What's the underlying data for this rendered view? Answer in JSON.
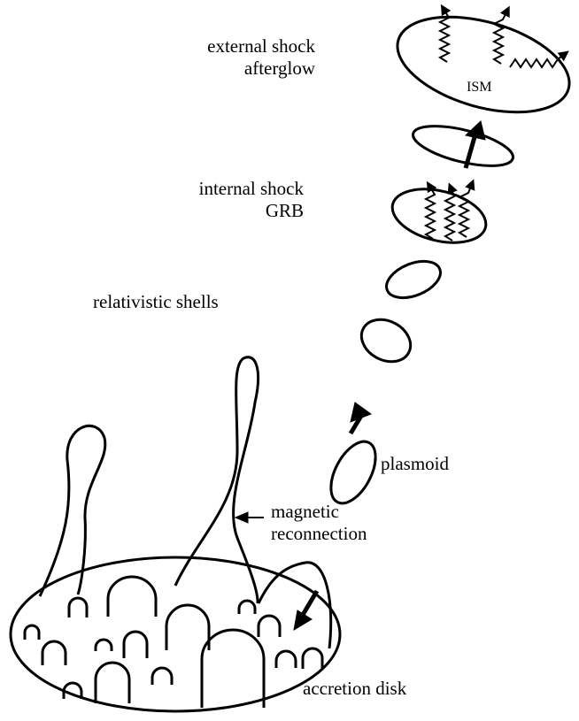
{
  "labels": {
    "external_shock_line1": "external shock",
    "external_shock_line2": "afterglow",
    "ism": "ISM",
    "internal_shock_line1": "internal shock",
    "internal_shock_line2": "GRB",
    "relativistic_shells": "relativistic shells",
    "plasmoid": "plasmoid",
    "magnetic_reconnection_line1": "magnetic",
    "magnetic_reconnection_line2": "reconnection",
    "accretion_disk": "accretion disk"
  },
  "colors": {
    "stroke": "#000000",
    "background": "#ffffff"
  }
}
